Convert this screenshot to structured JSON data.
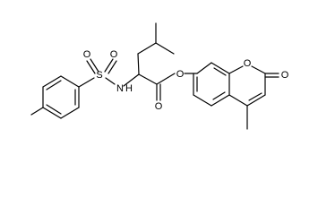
{
  "molecule": {
    "atoms": {
      "s": "S",
      "o_top_left": "O",
      "o_top_right": "O",
      "n": "N",
      "h": "H",
      "o_carbonyl": "O",
      "o_ester": "O",
      "o_ring": "O",
      "o_lactone": "O"
    }
  }
}
